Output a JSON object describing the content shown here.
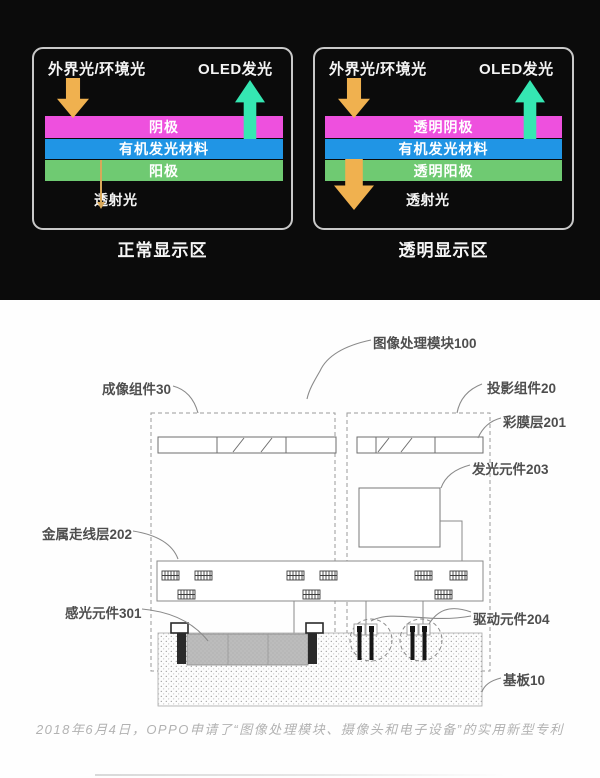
{
  "top": {
    "panels": [
      {
        "ambient_label": "外界光/环境光",
        "oled_label": "OLED发光",
        "layers": [
          {
            "label": "阴极",
            "color": "#ee50de"
          },
          {
            "label": "有机发光材料",
            "color": "#2095e5"
          },
          {
            "label": "阳极",
            "color": "#6fca72"
          }
        ],
        "transmitted_label": "透射光",
        "caption": "正常显示区"
      },
      {
        "ambient_label": "外界光/环境光",
        "oled_label": "OLED发光",
        "layers": [
          {
            "label": "透明阴极",
            "color": "#ee50de"
          },
          {
            "label": "有机发光材料",
            "color": "#2095e5"
          },
          {
            "label": "透明阳极",
            "color": "#6fca72"
          }
        ],
        "transmitted_label": "透射光",
        "caption": "透明显示区"
      }
    ],
    "colors": {
      "down_arrow": "#f0b14f",
      "up_arrow": "#35e7b2",
      "background": "#0b0b0b"
    }
  },
  "figure": {
    "labels": {
      "module": "图像处理模块100",
      "imaging": "成像组件30",
      "projection": "投影组件20",
      "color_film": "彩膜层201",
      "light_emitting": "发光元件203",
      "metal_wiring": "金属走线层202",
      "photosensitive": "感光元件301",
      "driving": "驱动元件204",
      "substrate": "基板10"
    },
    "caption": "2018年6月4日，OPPO申请了“图像处理模块、摄像头和电子设备”的实用新型专利"
  }
}
